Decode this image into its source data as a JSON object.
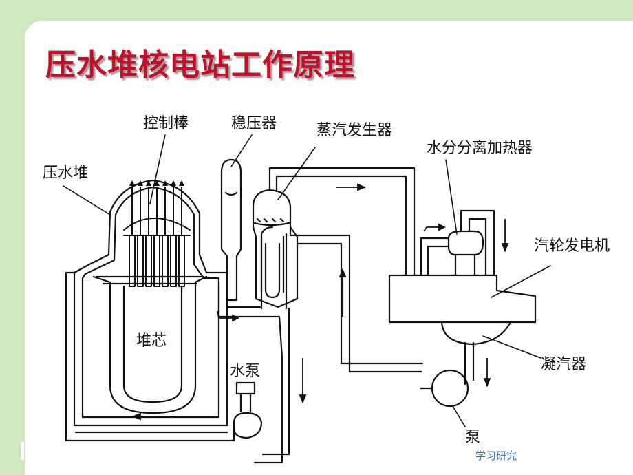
{
  "title": "压水堆核电站工作原理",
  "labels": {
    "control_rod": "控制棒",
    "pressurizer": "稳压器",
    "steam_generator": "蒸汽发生器",
    "separator_heater": "水分分离加热器",
    "reactor": "压水堆",
    "turbine_generator": "汽轮发电机",
    "core": "堆芯",
    "water_pump": "水泵",
    "condenser": "凝汽器",
    "pump": "泵"
  },
  "footer": "学习研究",
  "colors": {
    "background": "#cfe7bf",
    "title": "#c0102a",
    "footer": "#3b6fb8"
  }
}
